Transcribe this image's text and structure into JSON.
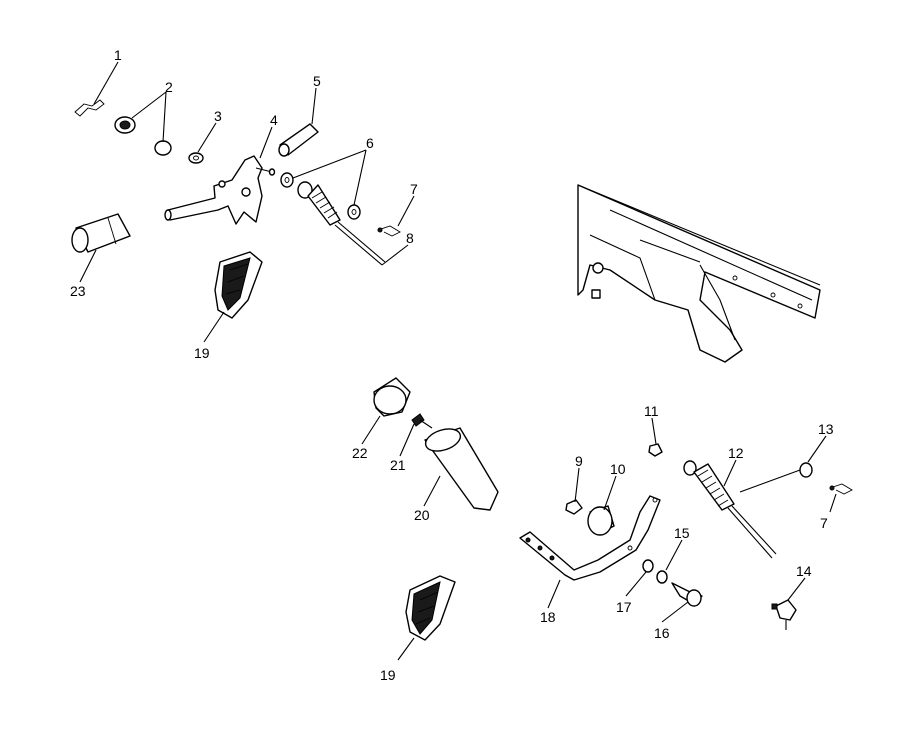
{
  "diagram": {
    "callouts": {
      "c1": "1",
      "c2": "2",
      "c3": "3",
      "c4": "4",
      "c5": "5",
      "c6": "6",
      "c7a": "7",
      "c8": "8",
      "c23": "23",
      "c19a": "19",
      "c22": "22",
      "c21": "21",
      "c20": "20",
      "c9": "9",
      "c10": "10",
      "c11": "11",
      "c12": "12",
      "c13": "13",
      "c7b": "7",
      "c14": "14",
      "c15": "15",
      "c16": "16",
      "c17": "17",
      "c18": "18",
      "c19b": "19"
    }
  }
}
